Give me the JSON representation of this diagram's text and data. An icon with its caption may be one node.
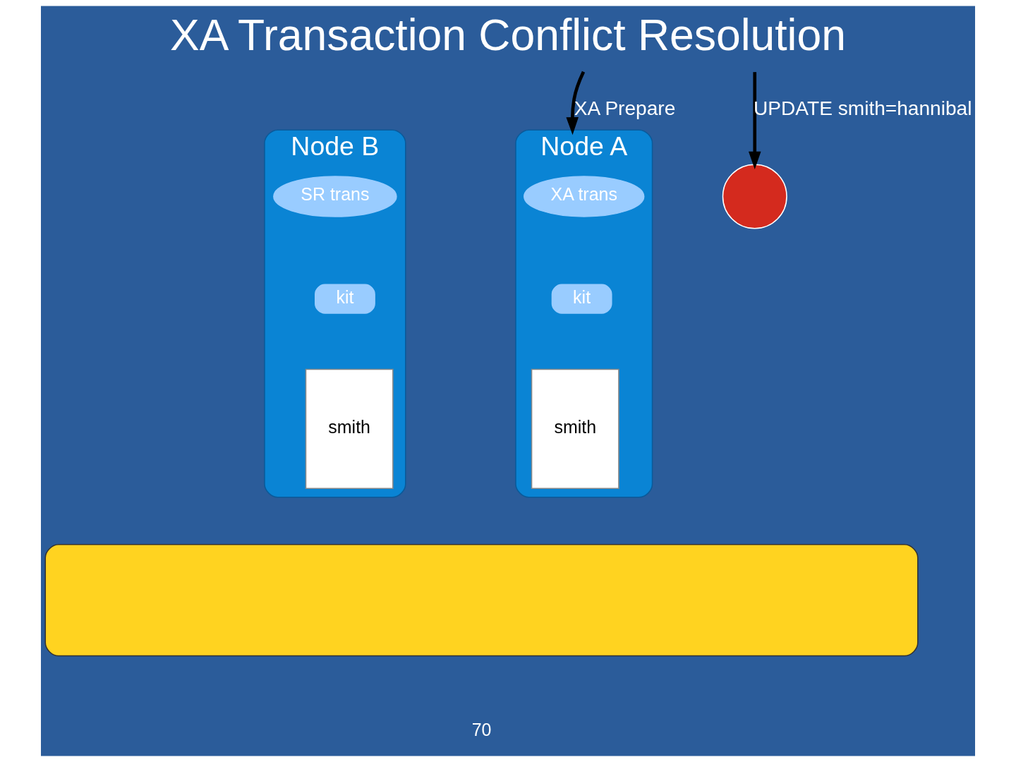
{
  "diagram": {
    "title": "XA Transaction Conflict Resolution",
    "nodes": [
      {
        "text": [
          "Node A"
        ]
      },
      {
        "text": [
          "XA trans"
        ],
        "in": 0
      },
      {
        "text": [
          "kit"
        ],
        "in": 0
      },
      {
        "text": [
          "smith"
        ],
        "in": 0
      },
      {
        "text": [
          "Node B"
        ]
      },
      {
        "text": [
          "SR trans"
        ],
        "in": 4
      },
      {
        "text": [
          "kit"
        ],
        "in": 4
      },
      {
        "text": [
          "smith"
        ],
        "in": 4
      },
      {
        "text": [],
        "shape": "circle"
      },
      {
        "text": [],
        "shape": "box"
      }
    ],
    "edges": [
      {
        "from": null,
        "to": 0,
        "arrow": "to",
        "label": "XA Prepare"
      },
      {
        "from": null,
        "to": 8,
        "arrow": "to",
        "label": "UPDATE smith=hannibal"
      }
    ],
    "labels": [
      "70"
    ]
  }
}
